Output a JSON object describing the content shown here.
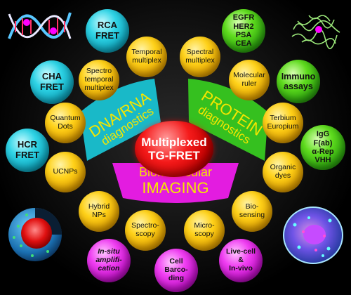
{
  "center": {
    "line1": "Multiplexed",
    "line2": "TG-FRET"
  },
  "sectors": {
    "dna": {
      "line1": "DNA/RNA",
      "line2": "diagnostics",
      "color": "#19b9c8",
      "text_color": "#f4e600"
    },
    "protein": {
      "line1": "PROTEIN",
      "line2": "diagnostics",
      "color": "#35c01f",
      "text_color": "#f4e600"
    },
    "imaging": {
      "line1": "Biomolecular",
      "line2": "IMAGING",
      "color": "#e31ce0",
      "text_color": "#f4e600"
    }
  },
  "spheres": {
    "rca_fret": "RCA\nFRET",
    "cha_fret": "CHA\nFRET",
    "hcr_fret": "HCR\nFRET",
    "egfr_markers": "EGFR\nHER2\nPSA\nCEA",
    "immuno_assays": "Immuno\nassays",
    "antibody_formats": "IgG\nF(ab)\nα-Rep\nVHH",
    "temporal_multiplex": "Temporal\nmultiplex",
    "spectral_multiplex": "Spectral\nmultiplex",
    "spectro_temporal": "Spectro\ntemporal\nmultiplex",
    "molecular_ruler": "Molecular\nruler",
    "quantum_dots": "Quantum\nDots",
    "terbium_europium": "Terbium\nEuropium",
    "ucnps": "UCNPs",
    "organic_dyes": "Organic\ndyes",
    "hybrid_nps": "Hybrid\nNPs",
    "biosensing": "Bio-\nsensing",
    "spectroscopy": "Spectro-\nscopy",
    "microscopy": "Micro-\nscopy",
    "in_situ": "In-situ\namplifi-\ncation",
    "cell_barcoding": "Cell\nBarco-\nding",
    "live_cell": "Live-cell\n&\nIn-vivo"
  },
  "colors": {
    "yellow": "#ffd21a",
    "teal": "#2fd4e6",
    "green": "#5fdc1e",
    "magenta": "#f03ef2",
    "center_red": "#f51b1b"
  },
  "icons": [
    "dna-helix-icon",
    "protein-structure-icon",
    "nanoparticle-cutaway-icon",
    "cell-icon"
  ]
}
